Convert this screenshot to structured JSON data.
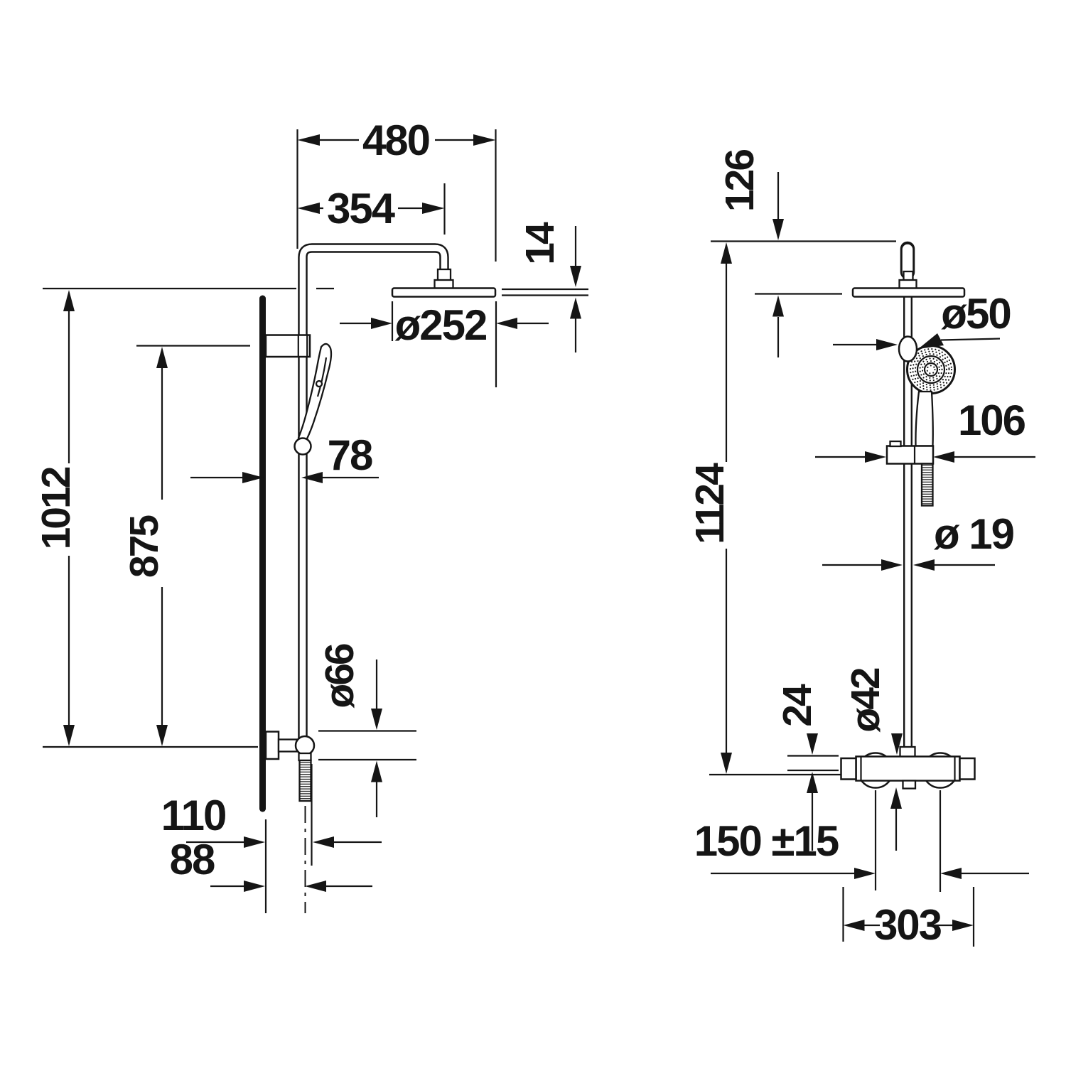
{
  "drawing": {
    "type": "technical-dimension-drawing",
    "subject": "shower column system with overhead shower, hand shower and thermostat",
    "units": "mm",
    "line_color": "#151515",
    "background": "#ffffff"
  },
  "views": {
    "side_view": {
      "name": "side view",
      "dimensions": {
        "arm_reach": "480",
        "arm_projection": "354",
        "head_thickness": "14",
        "head_diameter": "ø252",
        "overall_height": "1012",
        "slide_bar_height": "875",
        "wall_to_pipe": "78",
        "outlet_diameter": "ø66",
        "hose_projection": "110",
        "inlet_projection": "88"
      }
    },
    "front_view": {
      "name": "front view",
      "dimensions": {
        "pipe_above_head": "126",
        "column_height": "1124",
        "holder_diameter": "ø50",
        "slider_width": "106",
        "pipe_diameter": "ø 19",
        "valve_diameter": "ø42",
        "valve_offset": "24",
        "connection_centers": "150 ±15",
        "valve_width": "303"
      }
    }
  }
}
